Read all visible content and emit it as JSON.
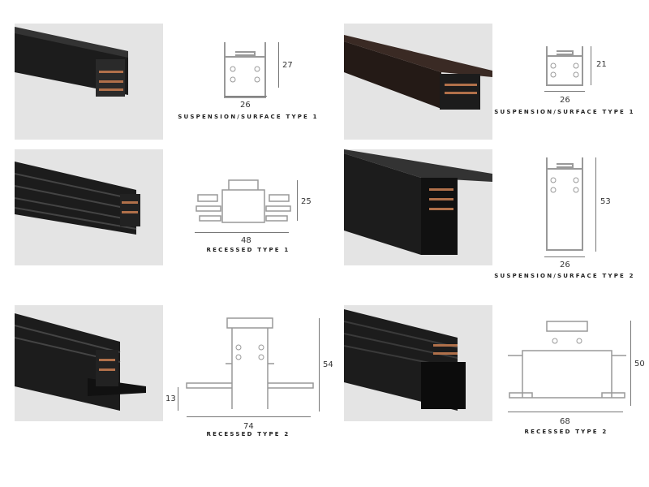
{
  "profiles": [
    {
      "label": "SUSPENSION/SURFACE TYPE 1",
      "width": "26",
      "height": "27"
    },
    {
      "label": "SUSPENSION/SURFACE TYPE 1",
      "width": "26",
      "height": "21"
    },
    {
      "label": "RECESSED TYPE 1",
      "width": "48",
      "height": "25"
    },
    {
      "label": "SUSPENSION/SURFACE TYPE 2",
      "width": "26",
      "height": "53"
    },
    {
      "label": "RECESSED TYPE 2",
      "width": "74",
      "height": "54",
      "depth": "13"
    },
    {
      "label": "RECESSED TYPE 2",
      "width": "68",
      "height": "50"
    }
  ],
  "colors": {
    "photo_bg": "#e4e4e4",
    "track": "#1c1c1c",
    "copper": "#b0704a"
  }
}
